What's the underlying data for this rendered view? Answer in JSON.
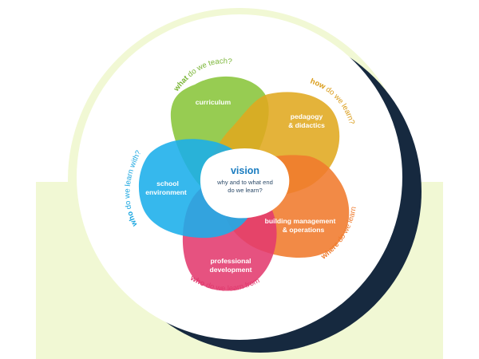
{
  "center": {
    "title": "vision",
    "subtitle_line1": "why and to what end",
    "subtitle_line2": "do we learn?"
  },
  "petals": {
    "curriculum": {
      "label_line1": "curriculum",
      "label_line2": "",
      "color": "#8cc63f"
    },
    "pedagogy": {
      "label_line1": "pedagogy",
      "label_line2": "& didactics",
      "color": "#e0a91f"
    },
    "building": {
      "label_line1": "building management",
      "label_line2": "& operations",
      "color": "#f07a2c"
    },
    "professional": {
      "label_line1": "professional",
      "label_line2": "development",
      "color": "#e23a6e"
    },
    "school": {
      "label_line1": "school",
      "label_line2": "environment",
      "color": "#1aaeea"
    }
  },
  "questions": {
    "what": {
      "key": "what",
      "rest": " do we teach?",
      "color": "#7ab536"
    },
    "how": {
      "key": "how",
      "rest": " do we learn?",
      "color": "#d99a14"
    },
    "where": {
      "key": "where",
      "rest": " do we learn?",
      "color": "#ef7a2c"
    },
    "who_from": {
      "key": "who",
      "rest": " do we learn from?",
      "color": "#e03a6e"
    },
    "who_with": {
      "key": "who",
      "rest": " do we learn with?",
      "color": "#1aa6e0"
    }
  },
  "colors": {
    "backdrop": "#f1f8d4",
    "crescent": "#16293f",
    "center_title": "#1a7cc0",
    "center_sub": "#2e4c6a"
  }
}
